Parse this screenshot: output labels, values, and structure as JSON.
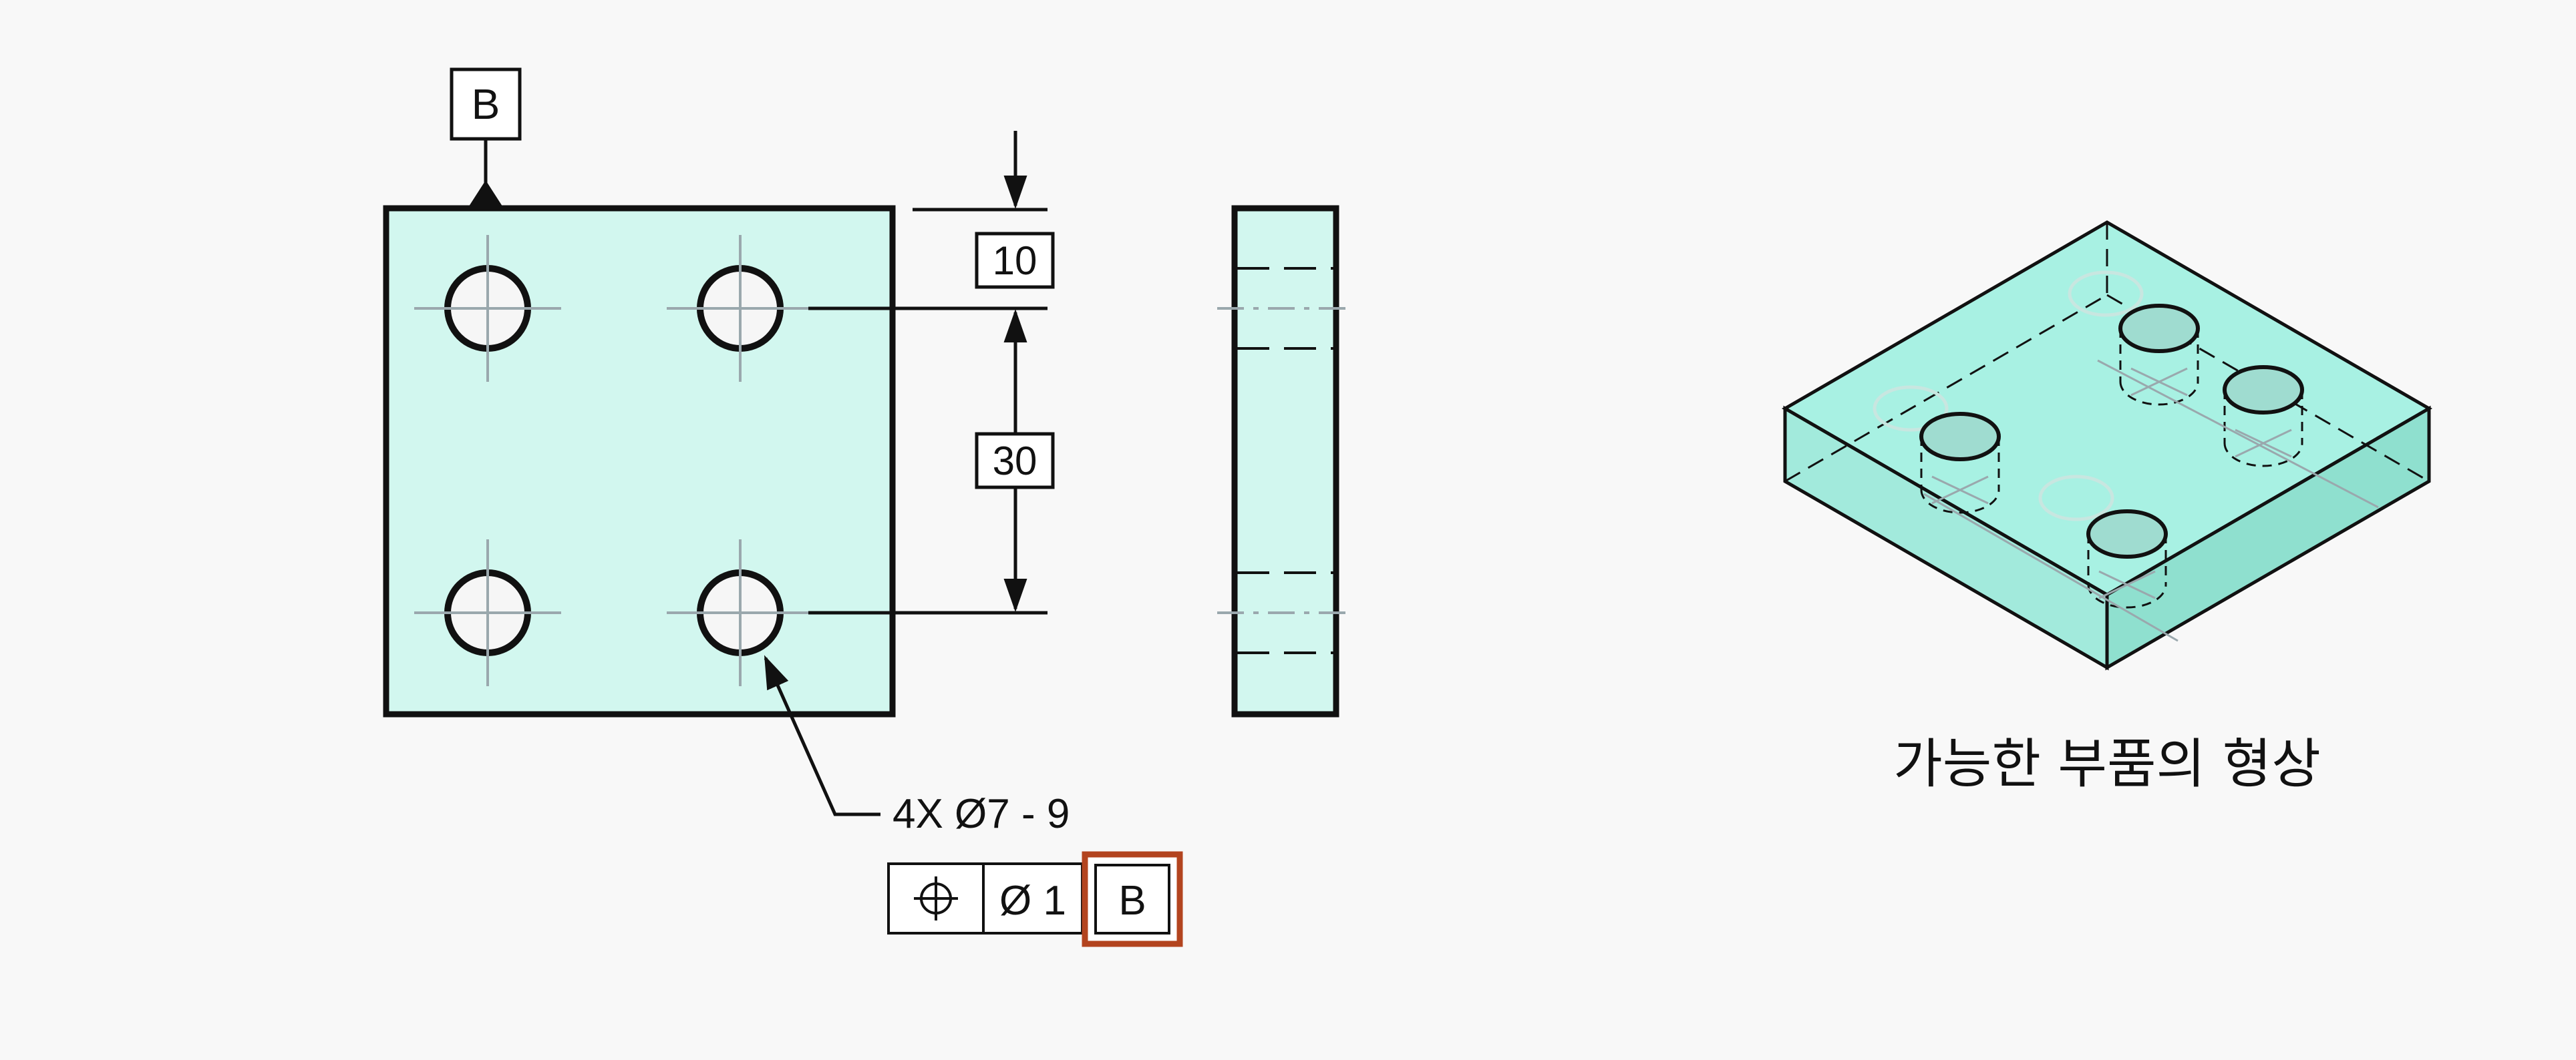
{
  "colors": {
    "background": "#f8f8f8",
    "part_fill": "#d2f7ef",
    "iso_top": "#a8f1e3",
    "iso_front": "#a2eadc",
    "iso_side": "#8fe0cf",
    "outline": "#111111",
    "center_line": "#9aa8ad",
    "highlight": "#b3441f"
  },
  "datum_top": {
    "letter": "B"
  },
  "dimensions": {
    "top_offset": "10",
    "hole_spacing": "30"
  },
  "hole_callout": {
    "text": "4X Ø7 - 9"
  },
  "feature_control_frame": {
    "symbol_icon": "position-icon",
    "tolerance": "Ø 1",
    "datum": "B"
  },
  "iso_caption": "가능한 부품의 형상"
}
